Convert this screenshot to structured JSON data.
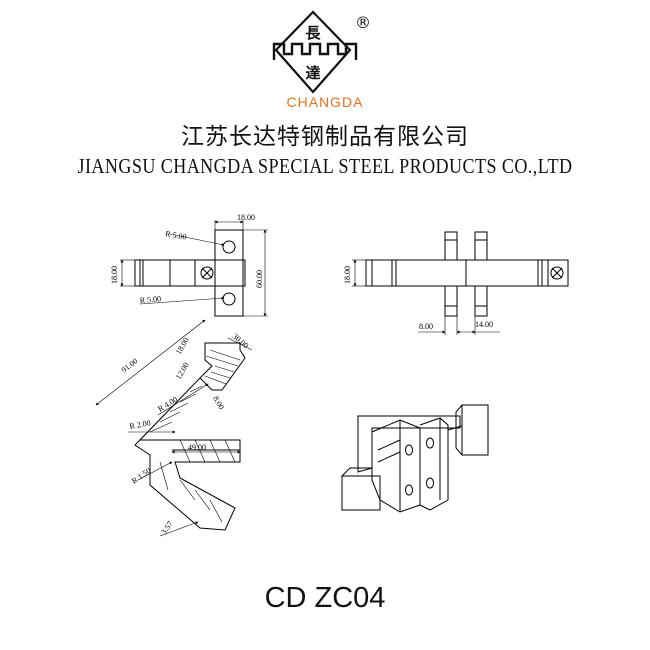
{
  "header": {
    "logo": {
      "char_top": "長",
      "char_bottom": "達",
      "registered_mark": "®",
      "color": "#111111"
    },
    "brand_name": "CHANGDA",
    "brand_color": "#E8731A",
    "company_cn": "江苏长达特钢制品有限公司",
    "company_en": "JIANGSU CHANGDA SPECIAL STEEL PRODUCTS CO.,LTD"
  },
  "drawing": {
    "top_view": {
      "dims": [
        "18.00",
        "R 5.00",
        "18.00",
        "R 5.00",
        "60.00"
      ]
    },
    "side_view": {
      "dims": [
        "18.00",
        "8.00",
        "14.00"
      ]
    },
    "section_view": {
      "dims": [
        "91.00",
        "18.00",
        "30.00",
        "12.00",
        "R 4.00",
        "8.00",
        "R 2.00",
        "49.00",
        "R 1.50",
        "3.57"
      ]
    },
    "iso_view": {}
  },
  "footer": {
    "model_code": "CD ZC04"
  }
}
